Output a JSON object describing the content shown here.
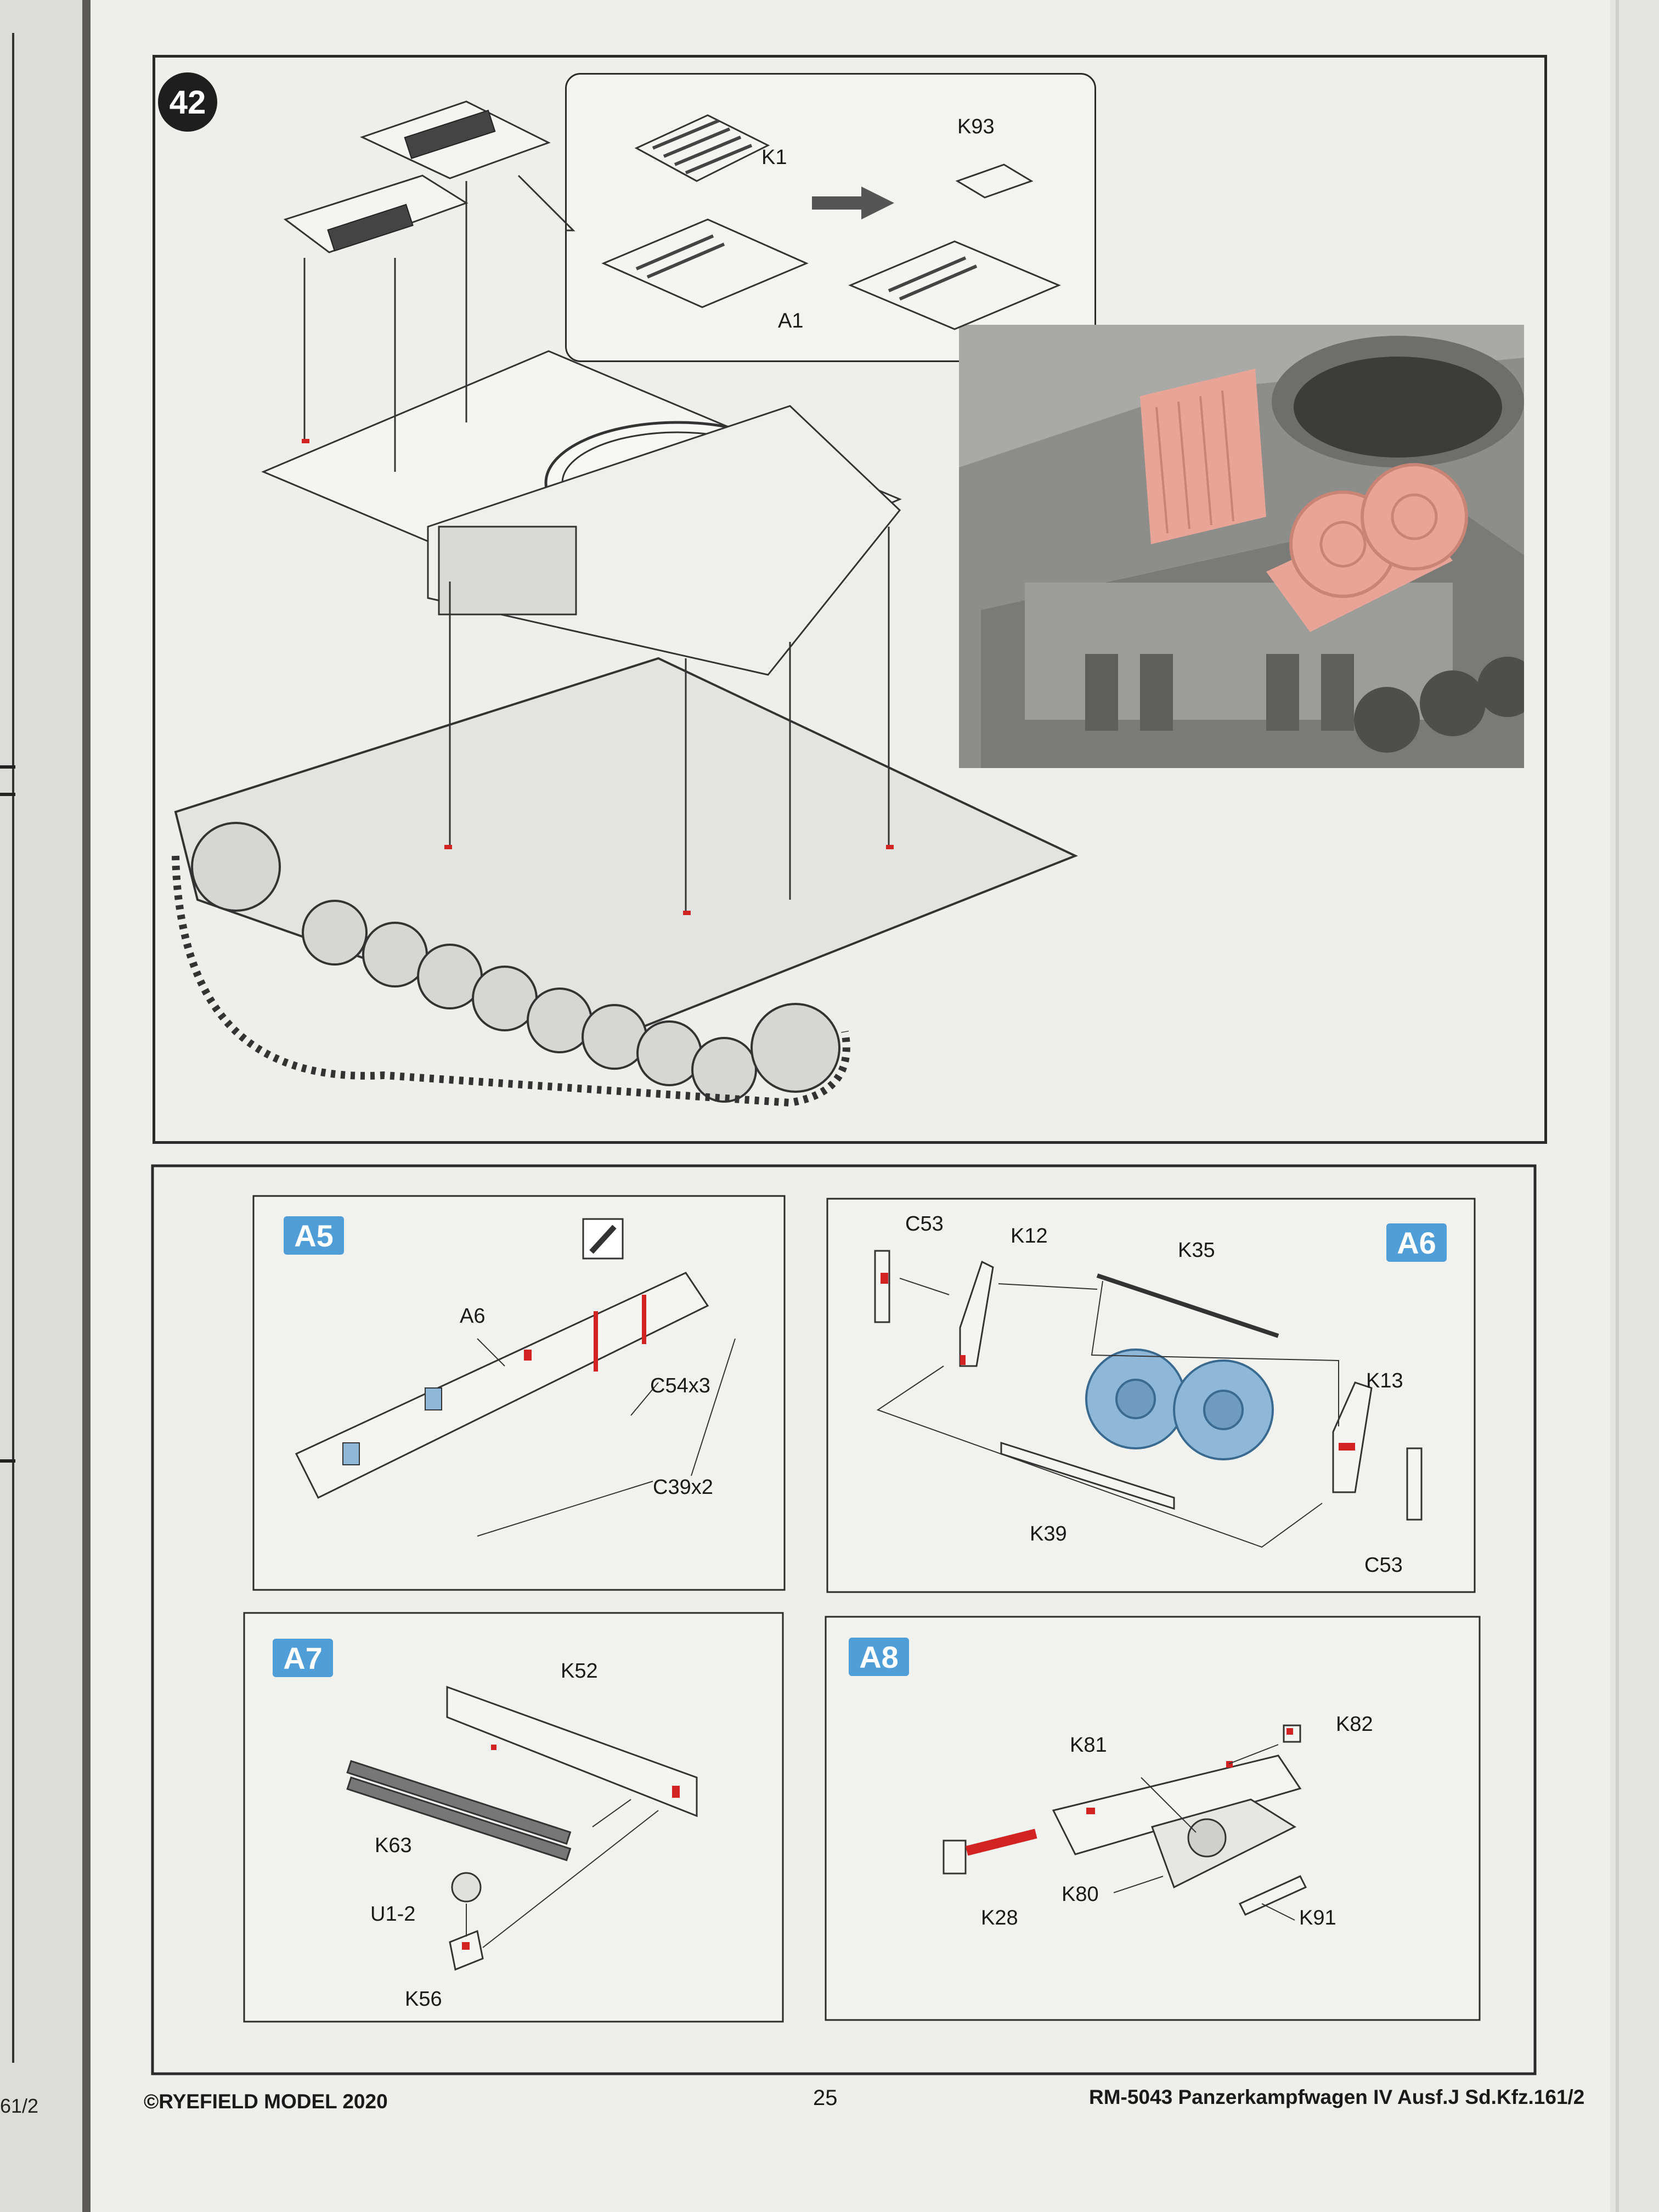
{
  "step": {
    "number": "42"
  },
  "callout_labels": {
    "k1": "K1",
    "k93": "K93",
    "a1": "A1"
  },
  "subassemblies": [
    {
      "tag": "A5",
      "labels": [
        "A6",
        "C54x3",
        "C39x2"
      ]
    },
    {
      "tag": "A6",
      "labels": [
        "C53",
        "K12",
        "K35",
        "K13",
        "K39",
        "C53"
      ]
    },
    {
      "tag": "A7",
      "labels": [
        "K52",
        "K63",
        "U1-2",
        "K56"
      ]
    },
    {
      "tag": "A8",
      "labels": [
        "K81",
        "K82",
        "K28",
        "K80",
        "K91"
      ]
    }
  ],
  "footer": {
    "copyright": "©RYEFIELD MODEL 2020",
    "page_number": "25",
    "product": "RM-5043 Panzerkampfwagen IV Ausf.J Sd.Kfz.161/2"
  },
  "left_page_footer": "61/2",
  "colors": {
    "accent_blue": "#4f9ed8",
    "part_pink": "#e8a597",
    "wheel_blue": "#8fb8d8",
    "glue_red": "#d32222"
  }
}
